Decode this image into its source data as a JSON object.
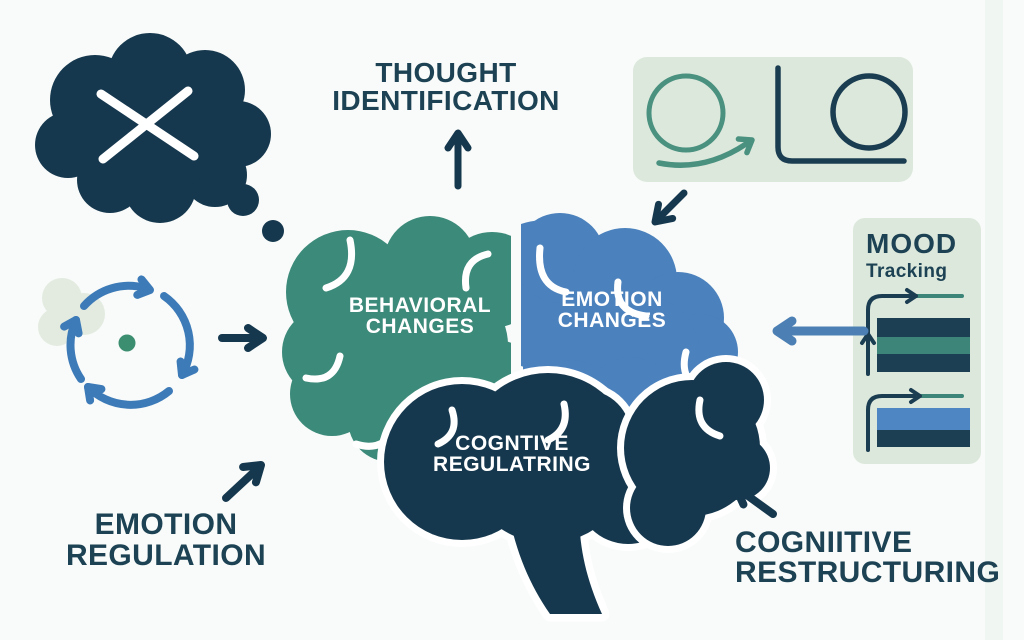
{
  "title": "CBT brain infographic",
  "colors": {
    "background": "#f8fbf9",
    "dark_navy": "#16384e",
    "text_navy": "#1c4254",
    "brain_green": "#3c8a7a",
    "brain_blue": "#4b81bd",
    "panel_sage": "#dde8dc",
    "pale_cloud": "#e3ebe0",
    "cycle_blue": "#3d7ab8",
    "dot_green": "#3c8e71",
    "icon_green": "#4a9180",
    "mood_teal": "#3c8578",
    "mood_bar_navy": "#1d3f54",
    "mood_bar_blue": "#4d86c2"
  },
  "labels": {
    "thought_identification": {
      "line1": "THOUGHT",
      "line2": "IDENTIFICATION"
    },
    "emotion_regulation": {
      "line1": "EMOTION",
      "line2": "REGULATION"
    },
    "cognitive_restructuring": {
      "line1": "COGNIITIVE",
      "line2": "RESTRUCTURING"
    }
  },
  "brain": {
    "left_region": {
      "line1": "BEHAVIORAL",
      "line2": "CHANGES"
    },
    "right_region": {
      "line1": "EMOTION",
      "line2": "CHANGES"
    },
    "lower_region": {
      "line1": "COGNTIVE",
      "line2": "REGULATRING"
    }
  },
  "mood_panel": {
    "title": "MOOD",
    "subtitle": "Tracking"
  },
  "icons": {
    "thought_bubble": "crossed-out-thought-bubble",
    "reframing_box": "circle-to-circle-reframing",
    "cycle": "circular-arrows-cycle",
    "small_cloud": "pale-cloud",
    "mood_charts": "two-striped-bar-charts-with-axes"
  }
}
